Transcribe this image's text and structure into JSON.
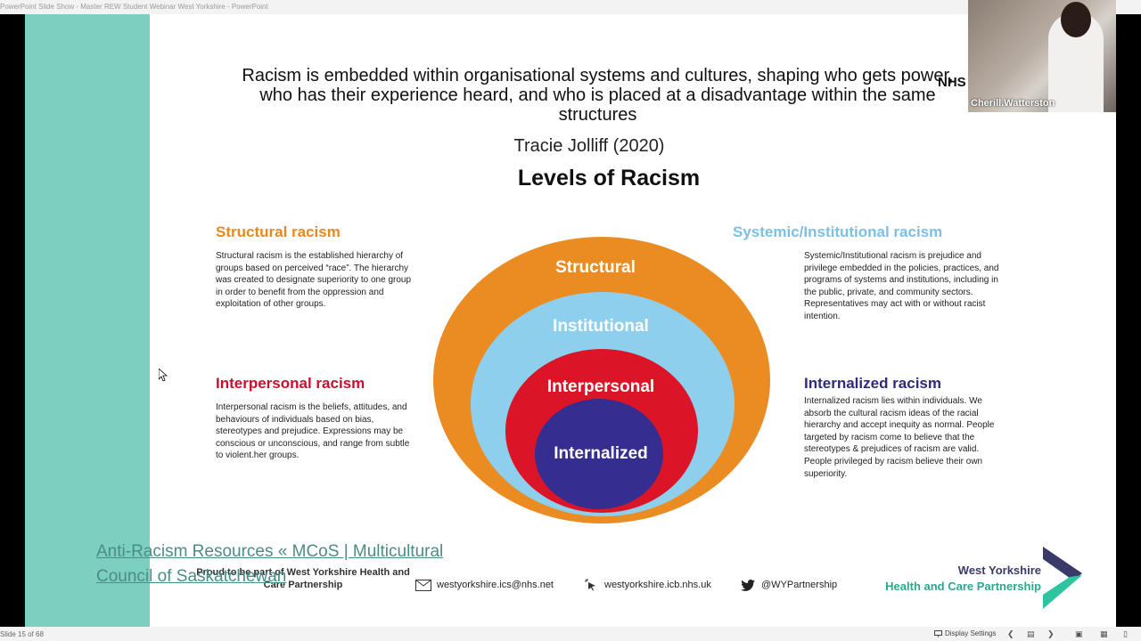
{
  "window": {
    "title": "PowerPoint Slide Show  -  Master REW Student Webinar West Yorkshire - PowerPoint"
  },
  "slide": {
    "quote": "Racism is embedded within organisational systems and cultures, shaping who gets power, who has their experience heard, and who is placed at a disadvantage within the same structures",
    "author": "Tracie Jolliff (2020)",
    "heading": "Levels of Racism",
    "nhs_logo": "NHS",
    "sections": {
      "structural": {
        "title": "Structural racism",
        "body": "Structural racism is the established hierarchy of groups based on perceived “race”. The hierarchy was created to designate superiority to one group in order to benefit from the oppression and exploitation of other groups."
      },
      "systemic": {
        "title": "Systemic/Institutional racism",
        "body": "Systemic/Institutional racism is prejudice and privilege embedded in the policies, practices, and programs of systems and institutions, including in the public, private, and community sectors. Representatives may act with or without racist intention."
      },
      "interpersonal": {
        "title": "Interpersonal racism",
        "body": "Interpersonal racism is the beliefs, attitudes, and behaviours of individuals based on bias, stereotypes and prejudice. Expressions may be conscious or unconscious, and range from subtle to violent.her groups."
      },
      "internalized": {
        "title": "Internalized racism",
        "body": "Internalized racism lies within individuals. We absorb the cultural racism ideas of the racial hierarchy and accept inequity as normal. People targeted by racism come to believe that the stereotypes & prejudices of racism are valid. People privileged by racism believe their own superiority."
      }
    },
    "rings": {
      "structural": "Structural",
      "institutional": "Institutional",
      "interpersonal": "Interpersonal",
      "internalized": "Internalized"
    },
    "resource_link": "Anti-Racism Resources « MCoS | Multicultural Council of Saskatchewan",
    "footer": {
      "proud": "Proud to be part of West Yorkshire Health and Care Partnership",
      "email": "westyorkshire.ics@nhs.net",
      "website": "westyorkshire.icb.nhs.uk",
      "twitter": "@WYPartnership",
      "brand_line1": "West Yorkshire",
      "brand_line2": "Health and Care Partnership"
    }
  },
  "video": {
    "participant_name": "Cherill.Watterston"
  },
  "statusbar": {
    "slide_counter": "Slide 15 of 68",
    "display_settings": "Display Settings"
  },
  "colors": {
    "teal": "#7dcfbf",
    "structural": "#eb8c23",
    "institutional": "#8ecfee",
    "interpersonal": "#dc1428",
    "internalized": "#352d8f"
  }
}
